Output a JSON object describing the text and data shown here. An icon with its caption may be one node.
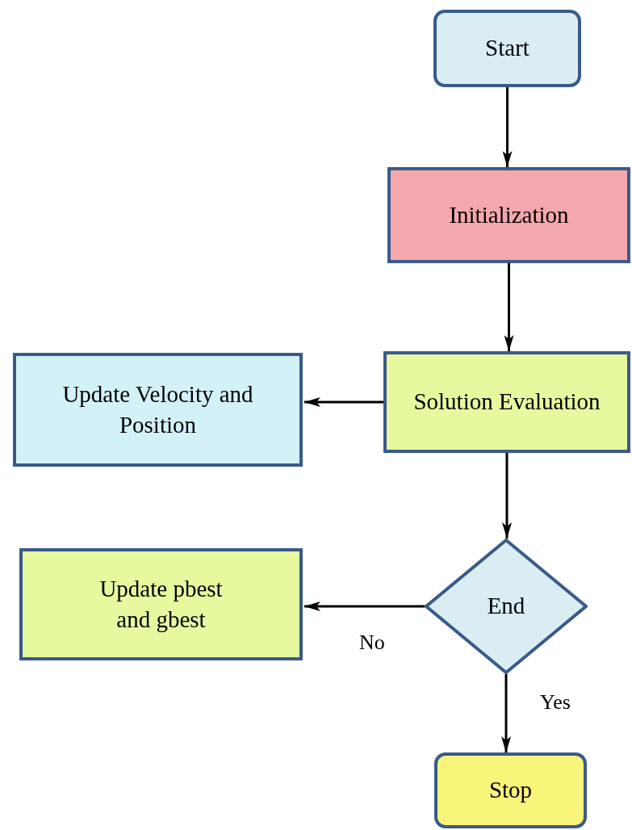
{
  "diagram": {
    "nodes": [
      {
        "text": [
          "Start"
        ]
      },
      {
        "text": [
          "Initialization"
        ]
      },
      {
        "text": [
          "Solution Evaluation"
        ]
      },
      {
        "text": [
          "Update Velocity and Position"
        ]
      },
      {
        "text": [
          "End"
        ]
      },
      {
        "text": [
          "Update pbest and gbest"
        ]
      },
      {
        "text": [
          "Stop"
        ]
      }
    ],
    "edges": [
      {
        "from": 0,
        "to": 1,
        "arrow": "to"
      },
      {
        "from": 1,
        "to": 2,
        "arrow": "to"
      },
      {
        "from": 2,
        "to": 3,
        "arrow": "to"
      },
      {
        "from": 2,
        "to": 4,
        "arrow": "to"
      },
      {
        "from": 4,
        "to": 5,
        "label": "No",
        "arrow": "to"
      },
      {
        "from": 4,
        "to": 6,
        "label": "Yes",
        "arrow": "to"
      }
    ]
  }
}
